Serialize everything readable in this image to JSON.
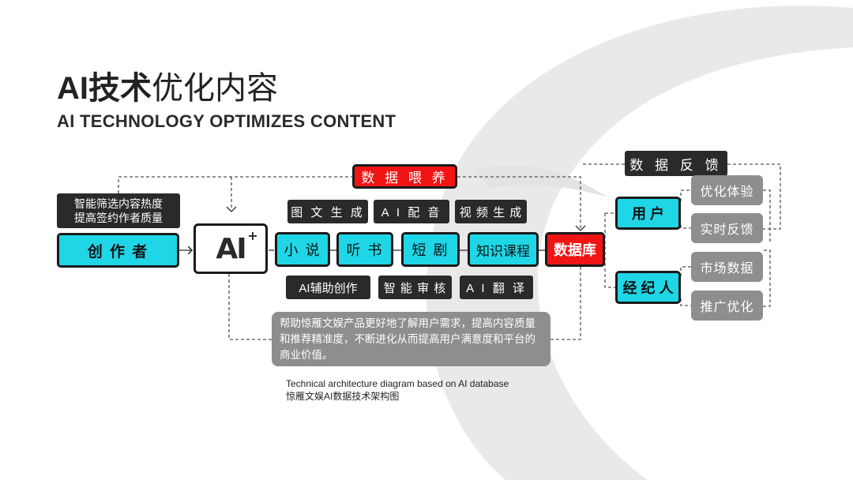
{
  "title": {
    "bold": "AI技术",
    "light": "优化内容"
  },
  "subtitle": "AI TECHNOLOGY OPTIMIZES CONTENT",
  "creator": {
    "note_line1": "智能筛选内容热度",
    "note_line2": "提高签约作者质量",
    "label": "创 作 者"
  },
  "ai_core": {
    "logo": "AI",
    "plus": "+"
  },
  "data_feed_label": "数 据 喂 养",
  "top_tools": [
    "图 文 生 成",
    "A I 配 音",
    "视 频 生 成"
  ],
  "content_types": [
    "小 说",
    "听 书",
    "短 剧",
    "知识课程"
  ],
  "bottom_tools": [
    "AI辅助创作",
    "智 能 审 核",
    "A I 翻 译"
  ],
  "database_label": "数据库",
  "feedback_label": "数 据 反 馈",
  "user": {
    "label": "用 户",
    "items": [
      "优化体验",
      "实时反馈"
    ]
  },
  "agent": {
    "label": "经 纪 人",
    "items": [
      "市场数据",
      "推广优化"
    ]
  },
  "description": "帮助惊雁文娱产品更好地了解用户需求，提高内容质量和推荐精准度，不断进化从而提高用户满意度和平台的商业价值。",
  "caption_en": "Technical architecture diagram based on AI database",
  "caption_cn": "惊雁文娱AI数据技术架构图"
}
